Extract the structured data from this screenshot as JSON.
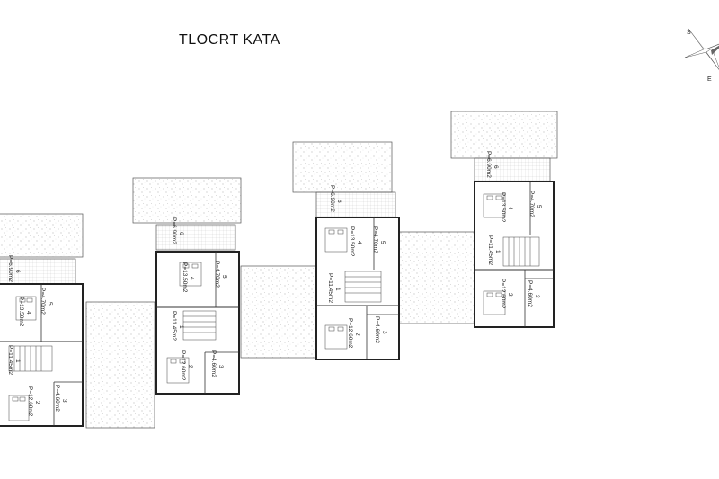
{
  "title": "TLOCRT KATA",
  "compass": {
    "labels": [
      "S",
      "E"
    ]
  },
  "units": [
    {
      "rooms": [
        {
          "no": "6",
          "area": "P=6.90m2"
        },
        {
          "no": "4",
          "area": "P=13.50m2"
        },
        {
          "no": "5",
          "area": "P=4.70m2"
        },
        {
          "no": "1",
          "area": "P=11.45m2"
        },
        {
          "no": "2",
          "area": "P=12.60m2"
        },
        {
          "no": "3",
          "area": "P=4.60m2"
        }
      ]
    },
    {
      "rooms": [
        {
          "no": "6",
          "area": "P=6.90m2"
        },
        {
          "no": "4",
          "area": "P=13.50m2"
        },
        {
          "no": "5",
          "area": "P=4.70m2"
        },
        {
          "no": "1",
          "area": "P=11.45m2"
        },
        {
          "no": "2",
          "area": "P=12.60m2"
        },
        {
          "no": "3",
          "area": "P=4.60m2"
        }
      ]
    },
    {
      "rooms": [
        {
          "no": "6",
          "area": "P=6.90m2"
        },
        {
          "no": "4",
          "area": "P=13.50m2"
        },
        {
          "no": "5",
          "area": "P=4.70m2"
        },
        {
          "no": "1",
          "area": "P=11.45m2"
        },
        {
          "no": "2",
          "area": "P=12.60m2"
        },
        {
          "no": "3",
          "area": "P=4.60m2"
        }
      ]
    },
    {
      "rooms": [
        {
          "no": "6",
          "area": "P=6.90m2"
        },
        {
          "no": "4",
          "area": "P=13.50m2"
        },
        {
          "no": "5",
          "area": "P=4.70m2"
        },
        {
          "no": "1",
          "area": "P=11.45m2"
        },
        {
          "no": "2",
          "area": "P=12.60m2"
        },
        {
          "no": "3",
          "area": "P=4.60m2"
        }
      ]
    }
  ],
  "colors": {
    "line": "#333333",
    "hatch": "#9a9a9a",
    "background": "#ffffff"
  }
}
